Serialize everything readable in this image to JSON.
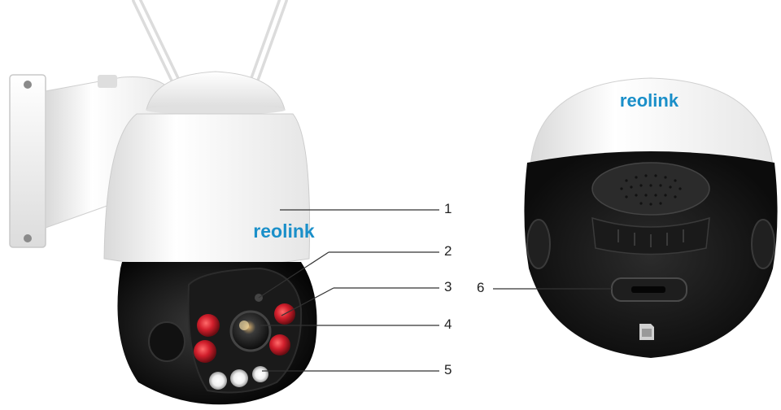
{
  "colors": {
    "brand": "#1a8fc9",
    "ir_led": "#d21f2c",
    "housing": "#f4f4f4",
    "dome": "#151515"
  },
  "left_camera": {
    "logo": "reolink",
    "callouts": [
      "1",
      "2",
      "3",
      "4",
      "5"
    ]
  },
  "right_camera": {
    "logo": "reolink",
    "callouts": [
      "6"
    ]
  }
}
